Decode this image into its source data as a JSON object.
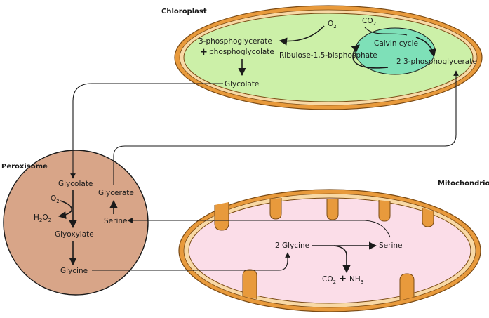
{
  "organelles": {
    "chloroplast": "Chloroplast",
    "peroxisome": "Peroxisome",
    "mitochondrion": "Mitochondrion"
  },
  "chloroplast": {
    "o2": "O",
    "o2_sub": "2",
    "co2": "CO",
    "co2_sub": "2",
    "phosphoglycerate": "3-phosphoglycerate",
    "plus": "+",
    "phosphoglycolate": "phosphoglycolate",
    "rubp": "Ribulose-1,5-bisphosphate",
    "calvin": "Calvin cycle",
    "pga2": "2 3-phosphoglycerate",
    "glycolate": "Glycolate"
  },
  "peroxisome": {
    "glycolate": "Glycolate",
    "o2": "O",
    "o2_sub": "2",
    "h2o2_a": "H",
    "h2o2_sub1": "2",
    "h2o2_b": "O",
    "h2o2_sub2": "2",
    "glyoxylate": "Glyoxylate",
    "glycine": "Glycine",
    "glycerate": "Glycerate",
    "serine": "Serine"
  },
  "mitochondrion": {
    "glycine2": "2 Glycine",
    "serine": "Serine",
    "co2": "CO",
    "co2_sub": "2",
    "plus": "+",
    "nh3": "NH",
    "nh3_sub": "3"
  },
  "colors": {
    "chloroplast_outer": "#e89a3c",
    "chloroplast_fill": "#ccf0a8",
    "calvin_fill": "#7ee0b8",
    "peroxisome_fill": "#d8a588",
    "mito_outer": "#e89a3c",
    "mito_fill": "#fbdde8"
  }
}
